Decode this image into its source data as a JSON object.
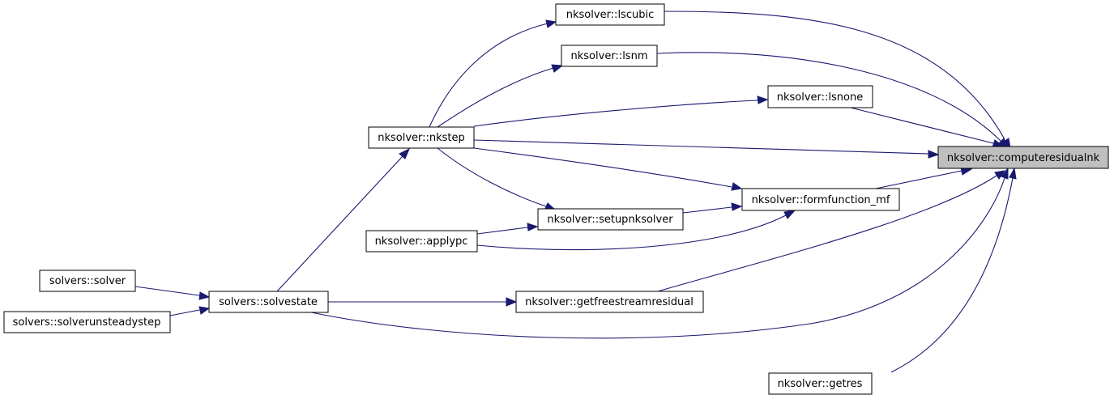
{
  "graph": {
    "nodes": [
      {
        "id": "computeresidualnk",
        "label": "nksolver::computeresidualnk",
        "highlight": true
      },
      {
        "id": "lscubic",
        "label": "nksolver::lscubic"
      },
      {
        "id": "lsnm",
        "label": "nksolver::lsnm"
      },
      {
        "id": "lsnone",
        "label": "nksolver::lsnone"
      },
      {
        "id": "nkstep",
        "label": "nksolver::nkstep"
      },
      {
        "id": "formfunction_mf",
        "label": "nksolver::formfunction_mf"
      },
      {
        "id": "setupnksolver",
        "label": "nksolver::setupnksolver"
      },
      {
        "id": "applypc",
        "label": "nksolver::applypc"
      },
      {
        "id": "solver",
        "label": "solvers::solver"
      },
      {
        "id": "solvestate",
        "label": "solvers::solvestate"
      },
      {
        "id": "getfreestreamresidual",
        "label": "nksolver::getfreestreamresidual"
      },
      {
        "id": "solverunsteadystep",
        "label": "solvers::solverunsteadystep"
      },
      {
        "id": "getres",
        "label": "nksolver::getres"
      }
    ],
    "edges": [
      {
        "from": "lscubic",
        "to": "computeresidualnk"
      },
      {
        "from": "lsnm",
        "to": "computeresidualnk"
      },
      {
        "from": "lsnone",
        "to": "computeresidualnk"
      },
      {
        "from": "nkstep",
        "to": "computeresidualnk"
      },
      {
        "from": "formfunction_mf",
        "to": "computeresidualnk"
      },
      {
        "from": "getfreestreamresidual",
        "to": "computeresidualnk"
      },
      {
        "from": "solvestate",
        "to": "computeresidualnk"
      },
      {
        "from": "getres",
        "to": "computeresidualnk"
      },
      {
        "from": "nkstep",
        "to": "lscubic"
      },
      {
        "from": "nkstep",
        "to": "lsnm"
      },
      {
        "from": "nkstep",
        "to": "lsnone"
      },
      {
        "from": "nkstep",
        "to": "formfunction_mf"
      },
      {
        "from": "nkstep",
        "to": "setupnksolver"
      },
      {
        "from": "setupnksolver",
        "to": "formfunction_mf"
      },
      {
        "from": "applypc",
        "to": "formfunction_mf"
      },
      {
        "from": "applypc",
        "to": "setupnksolver"
      },
      {
        "from": "solvestate",
        "to": "nkstep"
      },
      {
        "from": "solvestate",
        "to": "getfreestreamresidual"
      },
      {
        "from": "solver",
        "to": "solvestate"
      },
      {
        "from": "solverunsteadystep",
        "to": "solvestate"
      }
    ]
  }
}
